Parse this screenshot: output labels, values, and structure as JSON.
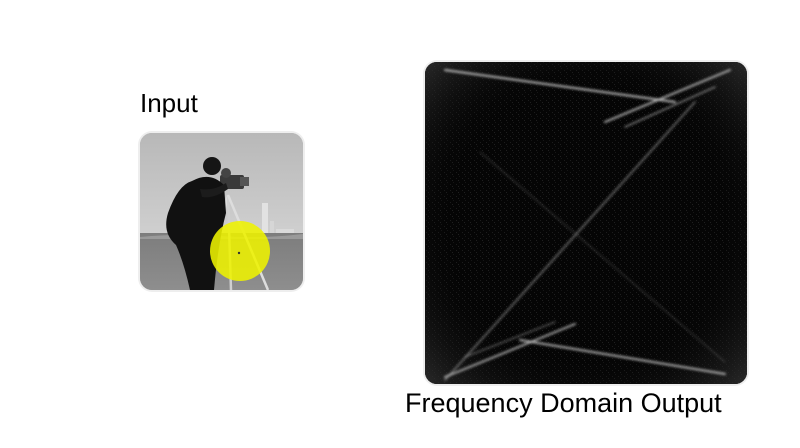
{
  "input": {
    "label": "Input"
  },
  "output": {
    "label": "Frequency Domain Output"
  },
  "colors": {
    "background": "#ffffff",
    "text": "#000000",
    "spectrum_background": "#050505",
    "spectrum_streaks": "#d8d8d8",
    "brush_cursor": "#eef200"
  },
  "icons": {
    "brush_cursor": "yellow-circle-brush"
  }
}
